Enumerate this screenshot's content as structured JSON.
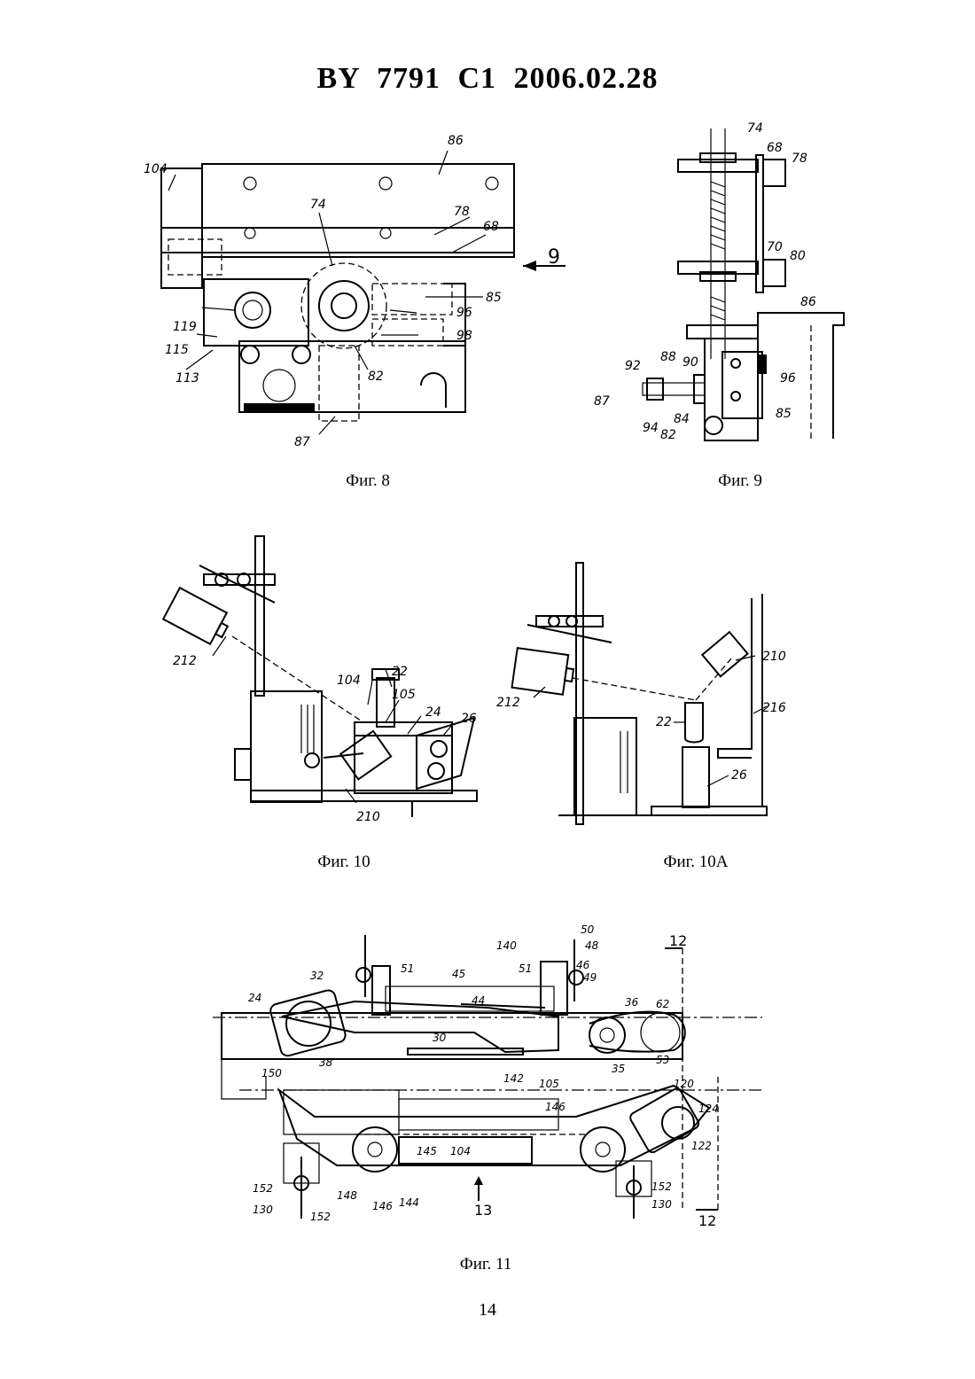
{
  "header": {
    "title": "BY  7791  C1  2006.02.28"
  },
  "page_number": "14",
  "figures": [
    {
      "caption": "Фиг. 8",
      "labels": [
        "104",
        "86",
        "74",
        "78",
        "68",
        "9",
        "85",
        "96",
        "98",
        "82",
        "119",
        "115",
        "113",
        "87"
      ]
    },
    {
      "caption": "Фиг. 9",
      "labels": [
        "74",
        "68",
        "78",
        "70",
        "80",
        "86",
        "88",
        "92",
        "90",
        "96",
        "87",
        "94",
        "84",
        "85",
        "82"
      ]
    },
    {
      "caption": "Фиг. 10",
      "labels": [
        "212",
        "104",
        "22",
        "105",
        "24",
        "26",
        "210"
      ]
    },
    {
      "caption": "Фиг. 10A",
      "labels": [
        "210",
        "212",
        "216",
        "22",
        "26"
      ]
    },
    {
      "caption": "Фиг. 11",
      "labels": [
        "50",
        "140",
        "48",
        "12",
        "51",
        "51",
        "45",
        "46",
        "49",
        "32",
        "24",
        "44",
        "36",
        "62",
        "30",
        "38",
        "35",
        "53",
        "150",
        "142",
        "105",
        "120",
        "146",
        "124",
        "145",
        "104",
        "122",
        "152",
        "148",
        "146",
        "144",
        "152",
        "130",
        "13",
        "130",
        "152",
        "12"
      ]
    }
  ]
}
